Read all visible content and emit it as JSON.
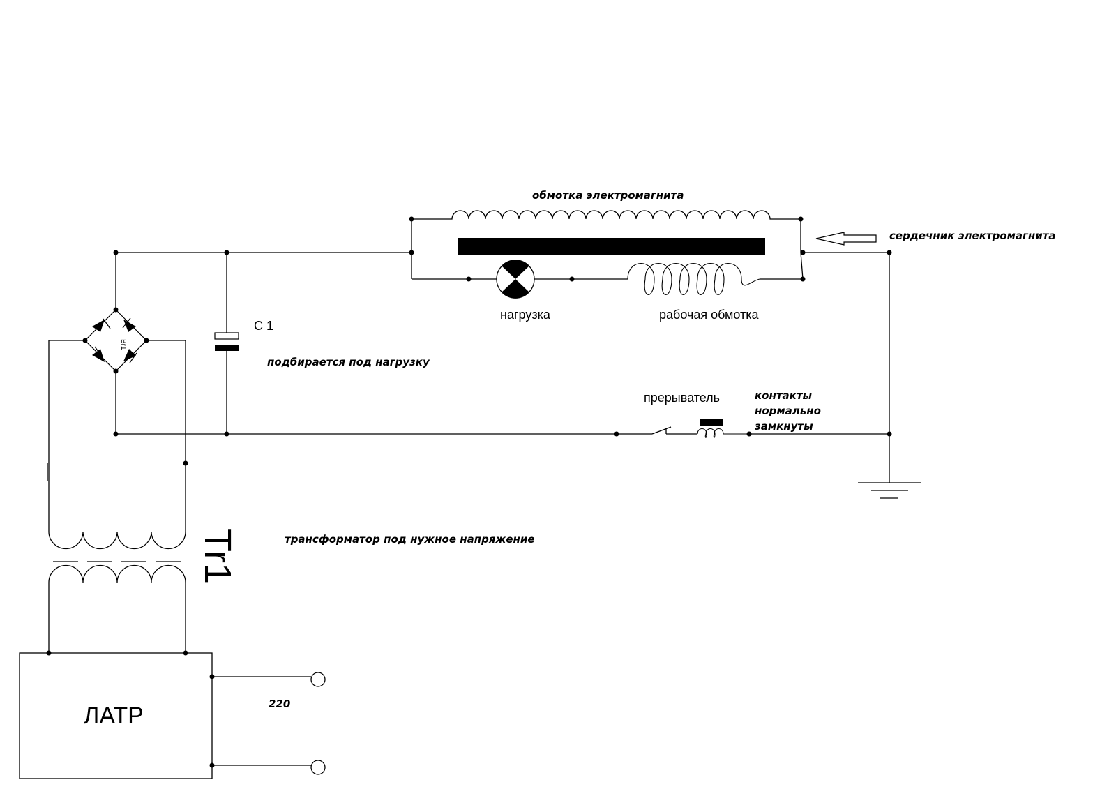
{
  "labels": {
    "magnet_winding": "обмотка электромагнита",
    "magnet_core": "сердечник электромагнита",
    "load": "нагрузка",
    "working_winding": "рабочая обмотка",
    "capacitor": "С 1",
    "capacitor_note": "подбирается под нагрузку",
    "bridge": "Br1",
    "interrupter": "прерыватель",
    "contacts_line1": "контакты",
    "contacts_line2": "нормально",
    "contacts_line3": "замкнуты",
    "transformer_note": "трансформатор под нужное напряжение",
    "transformer": "Tr1",
    "latr": "ЛАТР",
    "mains_voltage": "220"
  }
}
